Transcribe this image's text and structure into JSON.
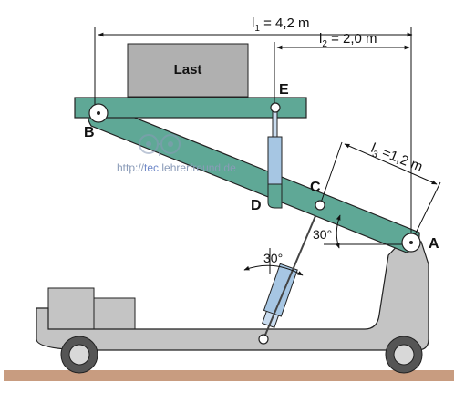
{
  "load_label": "Last",
  "points": {
    "a": "A",
    "b": "B",
    "c": "C",
    "d": "D",
    "e": "E"
  },
  "dimensions": {
    "l1_prefix": "l",
    "l1_sub": "1",
    "l1_value": " = 4,2 m",
    "l2_prefix": "l",
    "l2_sub": "2",
    "l2_value": " = 2,0 m",
    "l3_prefix": "l",
    "l3_sub": "3",
    "l3_value": " =1,2 m"
  },
  "angles": {
    "arm": "30°",
    "cylinder": "30°"
  },
  "watermark": {
    "prefix": "http://",
    "highlight": "tec",
    "suffix": ".lehrerfreund.de"
  },
  "colors": {
    "beam": "#5fa896",
    "load": "#b0b0b0",
    "chassis": "#c4c4c4",
    "cylinder": "#a6c6e3",
    "floor": "#c89c80",
    "outline": "#222222"
  }
}
